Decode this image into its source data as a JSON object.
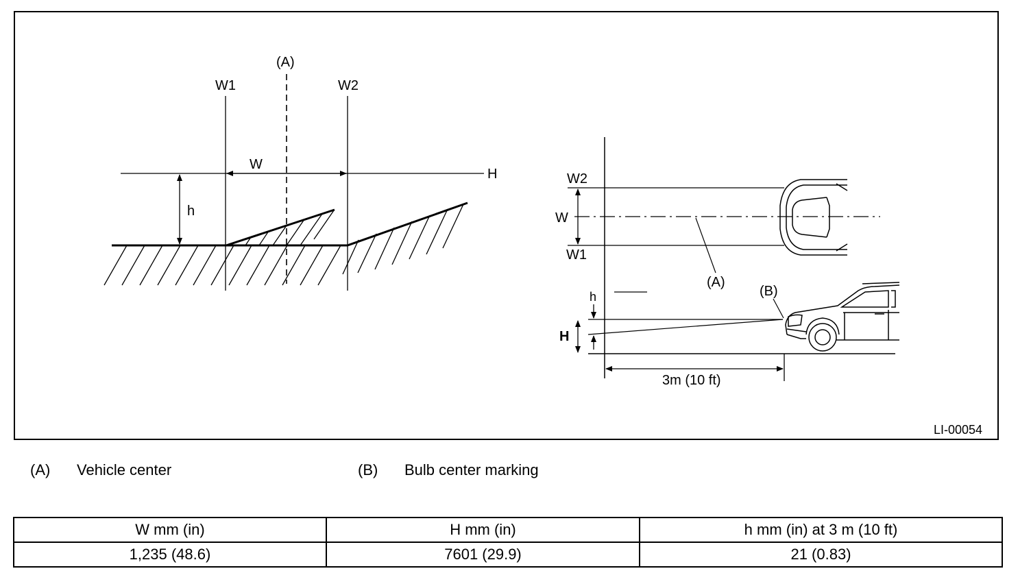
{
  "figure": {
    "id_label": "LI-00054",
    "left_view": {
      "label_A": "(A)",
      "label_W1": "W1",
      "label_W2": "W2",
      "label_W": "W",
      "label_H": "H",
      "label_h": "h"
    },
    "right_view": {
      "label_W2": "W2",
      "label_W": "W",
      "label_W1": "W1",
      "label_A": "(A)",
      "label_B": "(B)",
      "label_h": "h",
      "label_H": "H",
      "distance": "3m (10 ft)"
    }
  },
  "legend": [
    {
      "key": "(A)",
      "text": "Vehicle center"
    },
    {
      "key": "(B)",
      "text": "Bulb center marking"
    }
  ],
  "spec_table": {
    "headers": [
      "W mm (in)",
      "H mm (in)",
      "h mm (in) at 3 m (10 ft)"
    ],
    "values": [
      "1,235 (48.6)",
      "7601 (29.9)",
      "21 (0.83)"
    ]
  }
}
